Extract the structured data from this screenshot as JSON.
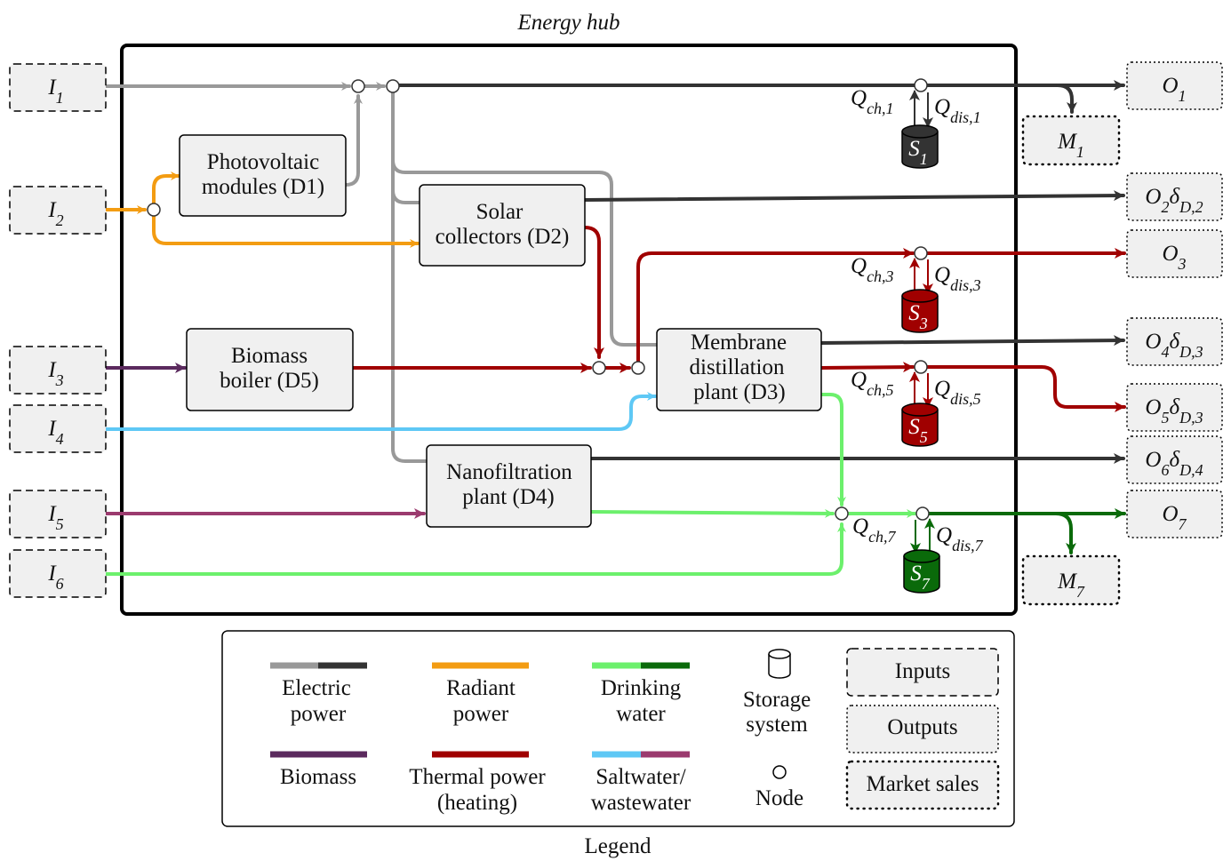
{
  "hub_title": "Energy hub",
  "legend_title": "Legend",
  "inputs": [
    {
      "sym": "I",
      "sub": "1"
    },
    {
      "sym": "I",
      "sub": "2"
    },
    {
      "sym": "I",
      "sub": "3"
    },
    {
      "sym": "I",
      "sub": "4"
    },
    {
      "sym": "I",
      "sub": "5"
    },
    {
      "sym": "I",
      "sub": "6"
    }
  ],
  "outputs": [
    {
      "sym": "O",
      "sub": "1",
      "extra": ""
    },
    {
      "sym": "O",
      "sub": "2",
      "extra": "D,2"
    },
    {
      "sym": "O",
      "sub": "3",
      "extra": ""
    },
    {
      "sym": "O",
      "sub": "4",
      "extra": "D,3"
    },
    {
      "sym": "O",
      "sub": "5",
      "extra": "D,3"
    },
    {
      "sym": "O",
      "sub": "6",
      "extra": "D,4"
    },
    {
      "sym": "O",
      "sub": "7",
      "extra": ""
    }
  ],
  "delta": "δ",
  "markets": [
    {
      "sym": "M",
      "sub": "1"
    },
    {
      "sym": "M",
      "sub": "7"
    }
  ],
  "devices": {
    "pv": [
      "Photovoltaic",
      "modules (D1)"
    ],
    "solar": [
      "Solar",
      "collectors (D2)"
    ],
    "biomass": [
      "Biomass",
      "boiler (D5)"
    ],
    "membrane": [
      "Membrane",
      "distillation",
      "plant (D3)"
    ],
    "nano": [
      "Nanofiltration",
      "plant (D4)"
    ]
  },
  "storages": [
    {
      "sym": "S",
      "sub": "1",
      "qch": "ch,1",
      "qdis": "dis,1",
      "color": "#333333"
    },
    {
      "sym": "S",
      "sub": "3",
      "qch": "ch,3",
      "qdis": "dis,3",
      "color": "#a00000"
    },
    {
      "sym": "S",
      "sub": "5",
      "qch": "ch,5",
      "qdis": "dis,5",
      "color": "#a00000"
    },
    {
      "sym": "S",
      "sub": "7",
      "qch": "ch,7",
      "qdis": "dis,7",
      "color": "#0a6a0a"
    }
  ],
  "q_symbol": "Q",
  "legend": {
    "electric": [
      "Electric",
      "power"
    ],
    "radiant": [
      "Radiant",
      "power"
    ],
    "drinking": [
      "Drinking",
      "water"
    ],
    "storage": [
      "Storage",
      "system"
    ],
    "biomass": [
      "Biomass"
    ],
    "thermal": [
      "Thermal power",
      "(heating)"
    ],
    "saltwater": [
      "Saltwater/",
      "wastewater"
    ],
    "node": [
      "Node"
    ],
    "inputs": "Inputs",
    "outputs": "Outputs",
    "market": "Market sales"
  },
  "colors": {
    "electric_in": "#999999",
    "electric_out": "#333333",
    "radiant": "#f39c12",
    "biomass": "#5b2a5e",
    "thermal": "#a00000",
    "saltwater": "#5ec8f5",
    "wastewater": "#9b3a6e",
    "drinking_in": "#6cf06c",
    "drinking_out": "#0a6a0a"
  }
}
